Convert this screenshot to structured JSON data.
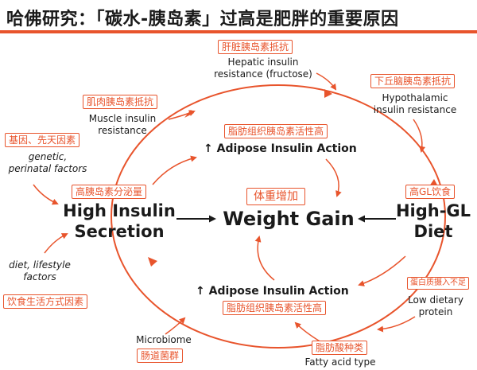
{
  "title": "哈佛研究：「碳水-胰岛素」过高是肥胖的重要原因",
  "center": {
    "tag": "体重增加",
    "label": "Weight Gain"
  },
  "left_node": {
    "tag": "高胰岛素分泌量",
    "line1": "High Insulin",
    "line2": "Secretion"
  },
  "right_node": {
    "tag": "高GL饮食",
    "line1": "High-GL",
    "line2": "Diet"
  },
  "hepatic": {
    "tag": "肝脏胰岛素抵抗",
    "line1": "Hepatic insulin",
    "line2": "resistance (fructose)"
  },
  "hypothalamic": {
    "tag": "下丘脑胰岛素抵抗",
    "line1": "Hypothalamic",
    "line2": "insulin resistance"
  },
  "muscle": {
    "tag": "肌肉胰岛素抵抗",
    "line1": "Muscle insulin",
    "line2": "resistance"
  },
  "genetic": {
    "tag": "基因、先天因素",
    "line1": "genetic,",
    "line2": "perinatal factors"
  },
  "adipose_top": {
    "tag": "脂肪组织胰岛素活性高",
    "label": "↑ Adipose Insulin Action"
  },
  "adipose_bottom": {
    "tag": "脂肪组织胰岛素活性高",
    "label": "↑ Adipose Insulin Action"
  },
  "lifestyle": {
    "tag": "饮食生活方式因素",
    "line1": "diet, lifestyle",
    "line2": "factors"
  },
  "protein": {
    "tag": "蛋白质摄入不足",
    "line1": "Low dietary",
    "line2": "protein"
  },
  "microbiome": {
    "tag": "肠道菌群",
    "label": "Microbiome"
  },
  "fatty_acid": {
    "tag": "脂肪酸种类",
    "label": "Fatty acid type"
  },
  "colors": {
    "accent": "#e8542c",
    "text": "#1a1a1a"
  }
}
